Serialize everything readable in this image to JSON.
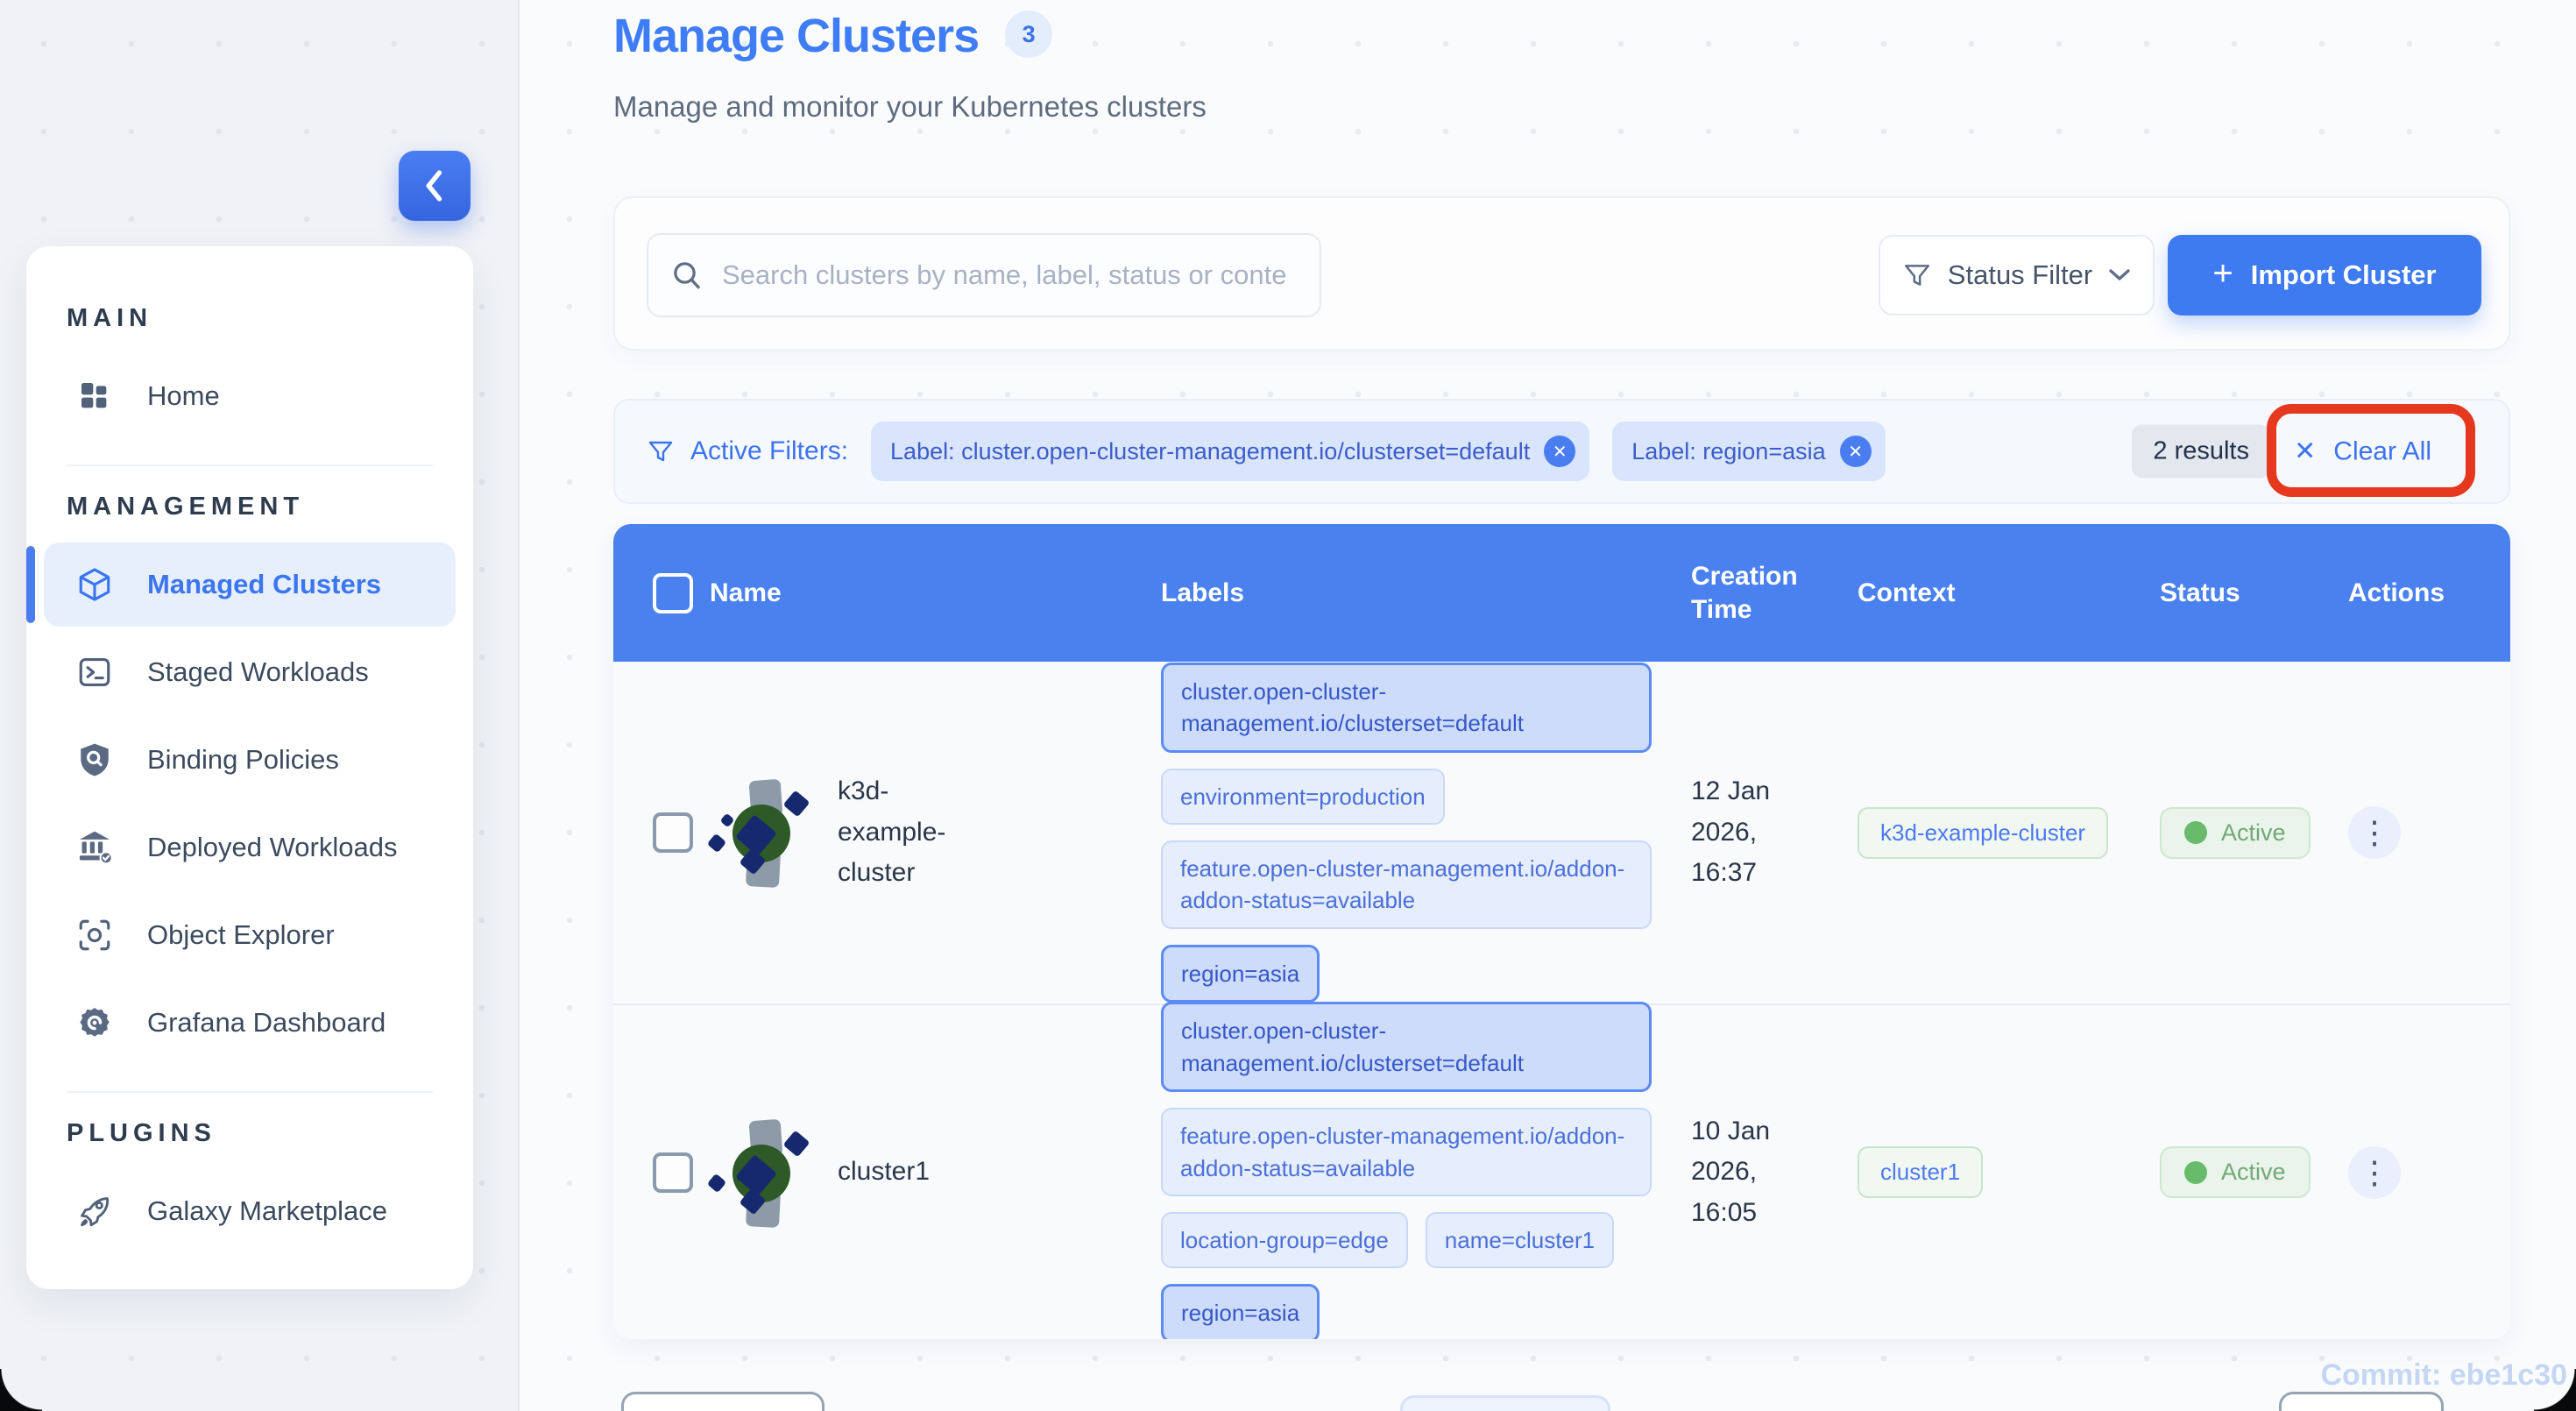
{
  "ui": {
    "close_glyph": "✕",
    "kebab_glyph": "⋮",
    "plus_glyph": "+"
  },
  "sidebar": {
    "sections": [
      {
        "title": "MAIN",
        "items": [
          {
            "label": "Home"
          }
        ]
      },
      {
        "title": "MANAGEMENT",
        "items": [
          {
            "label": "Managed Clusters"
          },
          {
            "label": "Staged Workloads"
          },
          {
            "label": "Binding Policies"
          },
          {
            "label": "Deployed Workloads"
          },
          {
            "label": "Object Explorer"
          },
          {
            "label": "Grafana Dashboard"
          }
        ]
      },
      {
        "title": "PLUGINS",
        "items": [
          {
            "label": "Galaxy Marketplace"
          }
        ]
      }
    ]
  },
  "header": {
    "title": "Manage Clusters",
    "count_badge": "3",
    "subtitle": "Manage and monitor your Kubernetes clusters"
  },
  "toolbar": {
    "search_placeholder": "Search clusters by name, label, status or conte",
    "status_filter_label": "Status Filter",
    "import_label": "Import Cluster"
  },
  "filters": {
    "label": "Active Filters:",
    "chips": [
      {
        "text": "Label: cluster.open-cluster-management.io/clusterset=default"
      },
      {
        "text": "Label: region=asia"
      }
    ],
    "results": "2 results",
    "clear_all": "Clear All"
  },
  "table": {
    "columns": [
      "Name",
      "Labels",
      "Creation Time",
      "Context",
      "Status",
      "Actions"
    ],
    "rows": [
      {
        "name": "k3d-example-cluster",
        "labels": [
          {
            "text": "cluster.open-cluster-management.io/clusterset=default"
          },
          {
            "text": "environment=production"
          },
          {
            "text": "feature.open-cluster-management.io/addon-addon-status=available"
          },
          {
            "text": "region=asia"
          }
        ],
        "creation": "12 Jan 2026, 16:37",
        "context": "k3d-example-cluster",
        "status": "Active"
      },
      {
        "name": "cluster1",
        "labels": [
          {
            "text": "cluster.open-cluster-management.io/clusterset=default"
          },
          {
            "text": "feature.open-cluster-management.io/addon-addon-status=available"
          },
          {
            "text": "location-group=edge"
          },
          {
            "text": "name=cluster1"
          },
          {
            "text": "region=asia"
          }
        ],
        "creation": "10 Jan 2026, 16:05",
        "context": "cluster1",
        "status": "Active"
      }
    ]
  },
  "footer": {
    "commit": "Commit: ebe1c30"
  }
}
